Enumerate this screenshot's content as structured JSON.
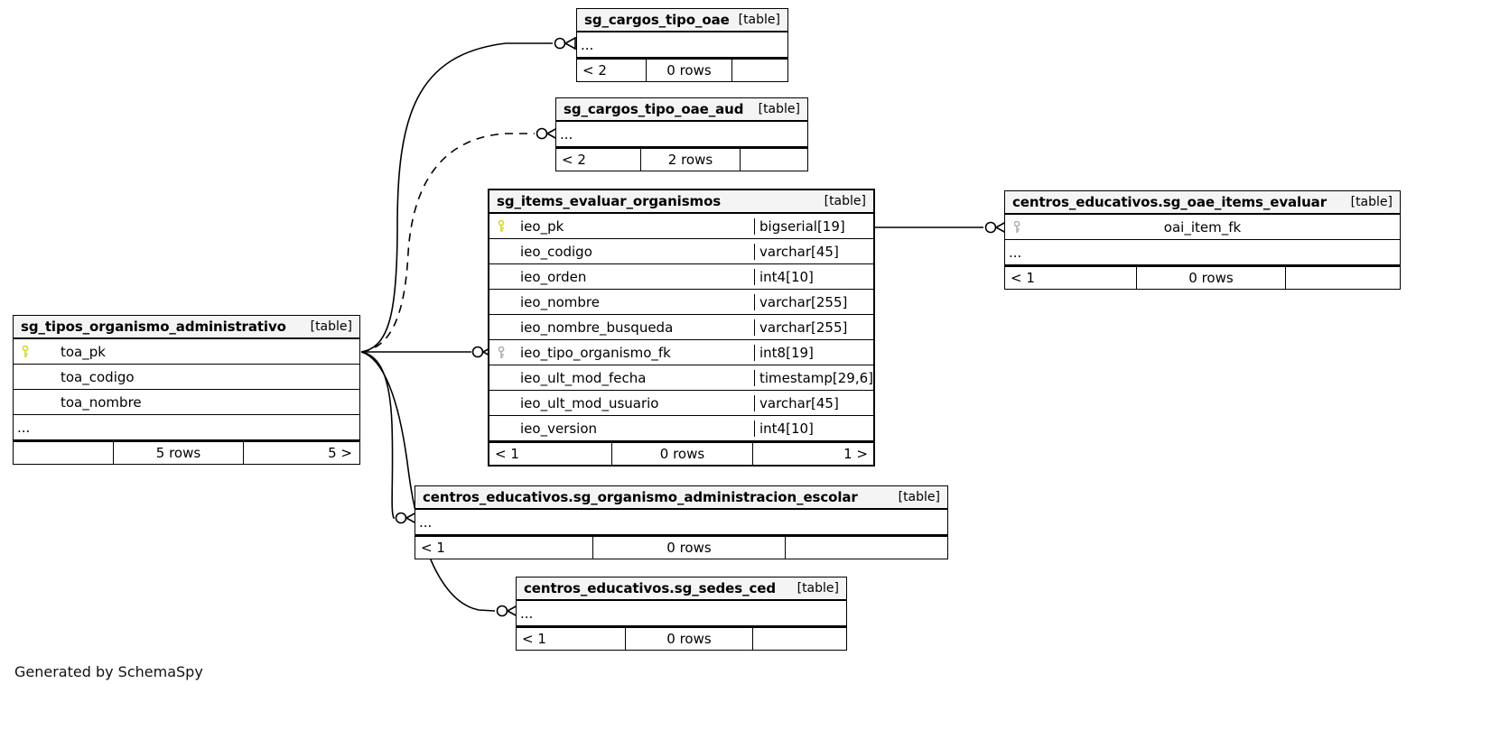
{
  "diagram": {
    "kind": "database-schema-erd",
    "generator_credit": "Generated by SchemaSpy",
    "table_tag": "[table]",
    "ellipsis": "...",
    "colors": {
      "background": "#ffffff",
      "header_fill": "#f4f4f4",
      "border": "#000000",
      "primary_key_icon": "#e8e82e",
      "foreign_key_icon": "#b4b4b4",
      "edge": "#000000"
    }
  },
  "tables": [
    {
      "id": "sg_cargos_tipo_oae",
      "name": "sg_cargos_tipo_oae",
      "tag": "[table]",
      "columns": [],
      "has_ellipsis": true,
      "footer": {
        "left": "< 2",
        "center": "0 rows",
        "right": ""
      }
    },
    {
      "id": "sg_cargos_tipo_oae_aud",
      "name": "sg_cargos_tipo_oae_aud",
      "tag": "[table]",
      "columns": [],
      "has_ellipsis": true,
      "footer": {
        "left": "< 2",
        "center": "2 rows",
        "right": ""
      }
    },
    {
      "id": "sg_items_evaluar_organismos",
      "name": "sg_items_evaluar_organismos",
      "tag": "[table]",
      "columns": [
        {
          "key": "pk",
          "name": "ieo_pk",
          "type": "bigserial[19]"
        },
        {
          "key": "none",
          "name": "ieo_codigo",
          "type": "varchar[45]"
        },
        {
          "key": "none",
          "name": "ieo_orden",
          "type": "int4[10]"
        },
        {
          "key": "none",
          "name": "ieo_nombre",
          "type": "varchar[255]"
        },
        {
          "key": "none",
          "name": "ieo_nombre_busqueda",
          "type": "varchar[255]"
        },
        {
          "key": "fk",
          "name": "ieo_tipo_organismo_fk",
          "type": "int8[19]"
        },
        {
          "key": "none",
          "name": "ieo_ult_mod_fecha",
          "type": "timestamp[29,6]"
        },
        {
          "key": "none",
          "name": "ieo_ult_mod_usuario",
          "type": "varchar[45]"
        },
        {
          "key": "none",
          "name": "ieo_version",
          "type": "int4[10]"
        }
      ],
      "has_ellipsis": false,
      "footer": {
        "left": "< 1",
        "center": "0 rows",
        "right": "1 >"
      }
    },
    {
      "id": "centros_educativos_sg_oae_items_evaluar",
      "name": "centros_educativos.sg_oae_items_evaluar",
      "tag": "[table]",
      "columns": [
        {
          "key": "fk",
          "name": "oai_item_fk",
          "type": ""
        }
      ],
      "has_ellipsis": true,
      "footer": {
        "left": "< 1",
        "center": "0 rows",
        "right": ""
      }
    },
    {
      "id": "sg_tipos_organismo_administrativo",
      "name": "sg_tipos_organismo_administrativo",
      "tag": "[table]",
      "columns": [
        {
          "key": "pk",
          "name": "toa_pk",
          "type": ""
        },
        {
          "key": "none",
          "name": "toa_codigo",
          "type": ""
        },
        {
          "key": "none",
          "name": "toa_nombre",
          "type": ""
        }
      ],
      "has_ellipsis": true,
      "footer": {
        "left": "",
        "center": "5 rows",
        "right": "5 >"
      }
    },
    {
      "id": "centros_educativos_sg_organismo_administracion_escolar",
      "name": "centros_educativos.sg_organismo_administracion_escolar",
      "tag": "[table]",
      "columns": [],
      "has_ellipsis": true,
      "footer": {
        "left": "< 1",
        "center": "0 rows",
        "right": ""
      }
    },
    {
      "id": "centros_educativos_sg_sedes_ced",
      "name": "centros_educativos.sg_sedes_ced",
      "tag": "[table]",
      "columns": [],
      "has_ellipsis": true,
      "footer": {
        "left": "< 1",
        "center": "0 rows",
        "right": ""
      }
    }
  ],
  "relationships": [
    {
      "from": "sg_tipos_organismo_administrativo",
      "to": "sg_cargos_tipo_oae",
      "style": "solid"
    },
    {
      "from": "sg_tipos_organismo_administrativo",
      "to": "sg_cargos_tipo_oae_aud",
      "style": "dashed"
    },
    {
      "from": "sg_tipos_organismo_administrativo",
      "to": "sg_items_evaluar_organismos",
      "style": "solid"
    },
    {
      "from": "sg_tipos_organismo_administrativo",
      "to": "centros_educativos_sg_organismo_administracion_escolar",
      "style": "solid"
    },
    {
      "from": "sg_tipos_organismo_administrativo",
      "to": "centros_educativos_sg_sedes_ced",
      "style": "solid"
    },
    {
      "from": "sg_items_evaluar_organismos",
      "to": "centros_educativos_sg_oae_items_evaluar",
      "style": "solid"
    }
  ]
}
